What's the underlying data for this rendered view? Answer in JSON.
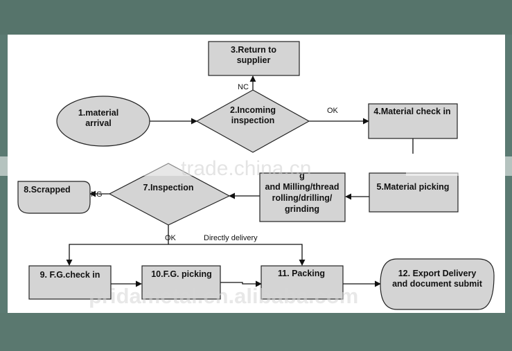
{
  "diagram": {
    "nodes": {
      "n1": {
        "lines": [
          "1.material",
          "arrival"
        ]
      },
      "n2": {
        "lines": [
          "2.Incoming",
          "inspection"
        ]
      },
      "n3": {
        "lines": [
          "3.Return to",
          "supplier"
        ]
      },
      "n4": {
        "lines": [
          "4.Material check in"
        ]
      },
      "n5": {
        "lines": [
          "5.Material picking"
        ]
      },
      "n6": {
        "lines": [
          "g",
          "and Milling/thread",
          "rolling/drilling/",
          "grinding"
        ]
      },
      "n7": {
        "lines": [
          "7.Inspection"
        ]
      },
      "n8": {
        "lines": [
          "8.Scrapped"
        ]
      },
      "n9": {
        "lines": [
          "9. F.G.check in"
        ]
      },
      "n10": {
        "lines": [
          "10.F.G. picking"
        ]
      },
      "n11": {
        "lines": [
          "11. Packing"
        ]
      },
      "n12": {
        "lines": [
          "12. Export Delivery",
          "and document submit"
        ]
      }
    },
    "edge_labels": {
      "nc_top": "NC",
      "ok_right": "OK",
      "nc_left": "NG",
      "ok_bottom": "OK",
      "direct": "Directly delivery"
    }
  },
  "watermarks": {
    "center": "trade.china.cn",
    "bottom": "pridametal.en.alibaba.com"
  },
  "colors": {
    "shape_fill": "#d4d4d4",
    "stroke": "#222222",
    "sheet": "#ffffff",
    "frame": "#5b7a72"
  }
}
